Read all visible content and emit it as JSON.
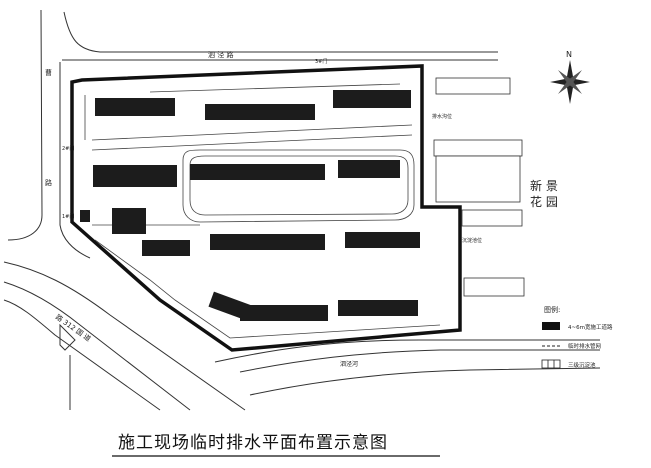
{
  "title": "施工现场临时排水平面布置示意图",
  "compass_label": "N",
  "roads": {
    "north_road": "泗 泾 路",
    "south_river": "泗泾河",
    "diagonal_road": "路 312 国 道",
    "west_road_a": "曹",
    "west_road_b": "路"
  },
  "gates": {
    "gate_north": "3#门",
    "gate_west_1": "2#门",
    "gate_west_2": "1#门"
  },
  "annotations": {
    "tag_a": "排水沟位",
    "tag_b": "沉淀池位"
  },
  "neighbor": {
    "name_line1": "新 景",
    "name_line2": "花 园"
  },
  "legend": {
    "title": "图例:",
    "items": [
      {
        "label": "4~6m宽施工道路",
        "symbol": "solid-block"
      },
      {
        "label": "临时排水管网",
        "symbol": "dash-line"
      },
      {
        "label": "三级沉淀池",
        "symbol": "tank"
      }
    ]
  }
}
